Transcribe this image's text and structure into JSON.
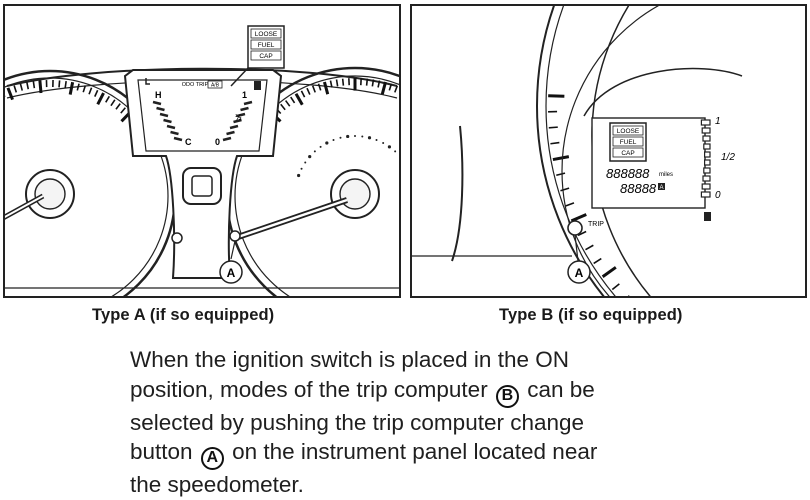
{
  "figure": {
    "type_a": {
      "caption": "Type A (if so equipped)",
      "warning_lines": [
        "LOOSE",
        "FUEL",
        "CAP"
      ],
      "odo_trip_label": "ODO TRIP",
      "odo_trip_badge": "A/B",
      "temp_high": "H",
      "temp_cold": "C",
      "fuel_full": "1",
      "fuel_half": "½",
      "fuel_empty": "0",
      "callout_letter": "A"
    },
    "type_b": {
      "caption": "Type B (if so equipped)",
      "warning_lines": [
        "LOOSE",
        "FUEL",
        "CAP"
      ],
      "odometer_digits": "888888",
      "odometer_unit": "miles",
      "trip_digits": "88888",
      "trip_badge": "A",
      "fuel_full": "1",
      "fuel_half": "1/2",
      "fuel_empty": "0",
      "button_label": "TRIP",
      "callout_letter": "A"
    }
  },
  "paragraph": {
    "line1": "When the ignition switch is placed in the ON",
    "line2_before": "position, modes of the trip computer",
    "line2_marker": "B",
    "line2_after": "can  be",
    "line3": "selected by pushing the trip computer change",
    "line4_before": "button",
    "line4_marker": "A",
    "line4_after": "on the instrument panel located near",
    "line5": "the speedometer."
  }
}
